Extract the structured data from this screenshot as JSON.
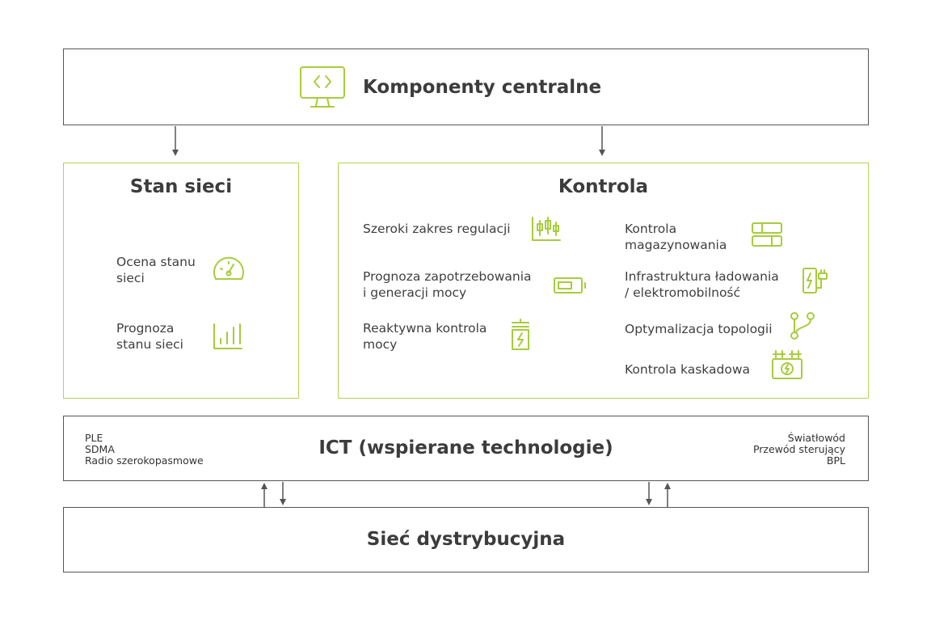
{
  "header": {
    "title": "Komponenty centralne",
    "icon": "monitor-code-icon"
  },
  "grid_state": {
    "title": "Stan sieci",
    "items": [
      {
        "label_line1": "Ocena stanu",
        "label_line2": "sieci",
        "icon": "gauge-icon"
      },
      {
        "label_line1": "Prognoza",
        "label_line2": "stanu sieci",
        "icon": "bar-chart-icon"
      }
    ]
  },
  "control": {
    "title": "Kontrola",
    "left_items": [
      {
        "label_line1": "Szeroki zakres regulacji",
        "label_line2": "",
        "icon": "candlestick-chart-icon"
      },
      {
        "label_line1": "Prognoza zapotrzebowania",
        "label_line2": "i generacji mocy",
        "icon": "battery-icon"
      },
      {
        "label_line1": "Reaktywna kontrola",
        "label_line2": "mocy",
        "icon": "transformer-icon"
      }
    ],
    "right_items": [
      {
        "label_line1": "Kontrola",
        "label_line2": "magazynowania",
        "icon": "storage-icon"
      },
      {
        "label_line1": "Infrastruktura ładowania",
        "label_line2": "/ elektromobilność",
        "icon": "ev-charger-icon"
      },
      {
        "label_line1": "Optymalizacja topologii",
        "label_line2": "",
        "icon": "topology-icon"
      },
      {
        "label_line1": "Kontrola kaskadowa",
        "label_line2": "",
        "icon": "cascade-transformer-icon"
      }
    ]
  },
  "ict": {
    "title": "ICT (wspierane technologie)",
    "left_list": [
      "PLE",
      "SDMA",
      "Radio szerokopasmowe"
    ],
    "right_list": [
      "Światłowód",
      "Przewód sterujący",
      "BPL"
    ]
  },
  "footer": {
    "title": "Sieć dystrybucyjna"
  },
  "colors": {
    "accent": "#a8cc3c",
    "border": "#555555",
    "text": "#3f3f3f"
  }
}
